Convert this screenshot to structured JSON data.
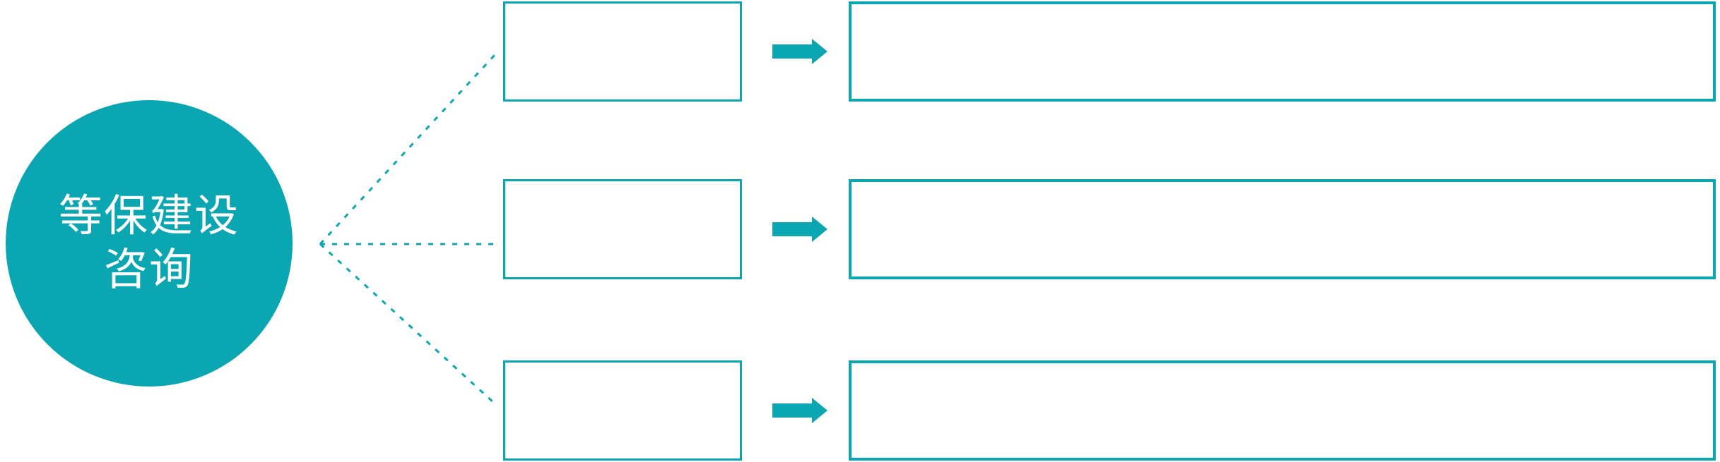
{
  "colors": {
    "accent": "#0aa7b3",
    "hub_text": "#ffffff",
    "box_fill": "#ffffff",
    "page_bg": "#ffffff"
  },
  "hub": {
    "lines": [
      "等保建设",
      "咨询"
    ]
  },
  "connectors": [
    {
      "from": "hub",
      "to": "row-1-small-box"
    },
    {
      "from": "hub",
      "to": "row-2-small-box"
    },
    {
      "from": "hub",
      "to": "row-3-small-box"
    }
  ],
  "rows": [
    {
      "id": 1,
      "small_box": {
        "text": ""
      },
      "arrow_icon": "right-block-arrow",
      "large_box": {
        "text": ""
      }
    },
    {
      "id": 2,
      "small_box": {
        "text": ""
      },
      "arrow_icon": "right-block-arrow",
      "large_box": {
        "text": ""
      }
    },
    {
      "id": 3,
      "small_box": {
        "text": ""
      },
      "arrow_icon": "right-block-arrow",
      "large_box": {
        "text": ""
      }
    }
  ]
}
